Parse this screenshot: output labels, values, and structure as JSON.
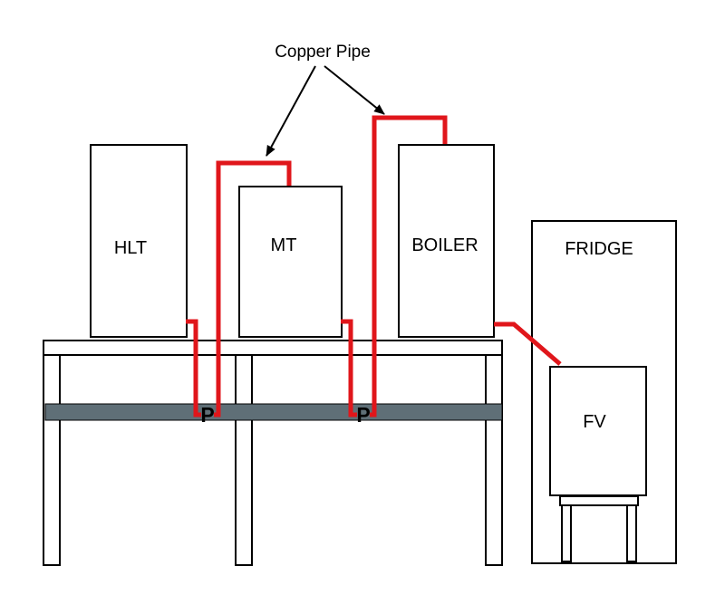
{
  "annotation": {
    "label": "Copper Pipe"
  },
  "vessels": {
    "hlt": "HLT",
    "mt": "MT",
    "boiler": "BOILER",
    "fridge": "FRIDGE",
    "fv": "FV"
  },
  "pumps": {
    "pump_1": "P",
    "pump_2": "P"
  },
  "colors": {
    "pipe": "#e0161b",
    "shelf": "#5f6f77",
    "outline": "#000000",
    "background": "#ffffff"
  }
}
